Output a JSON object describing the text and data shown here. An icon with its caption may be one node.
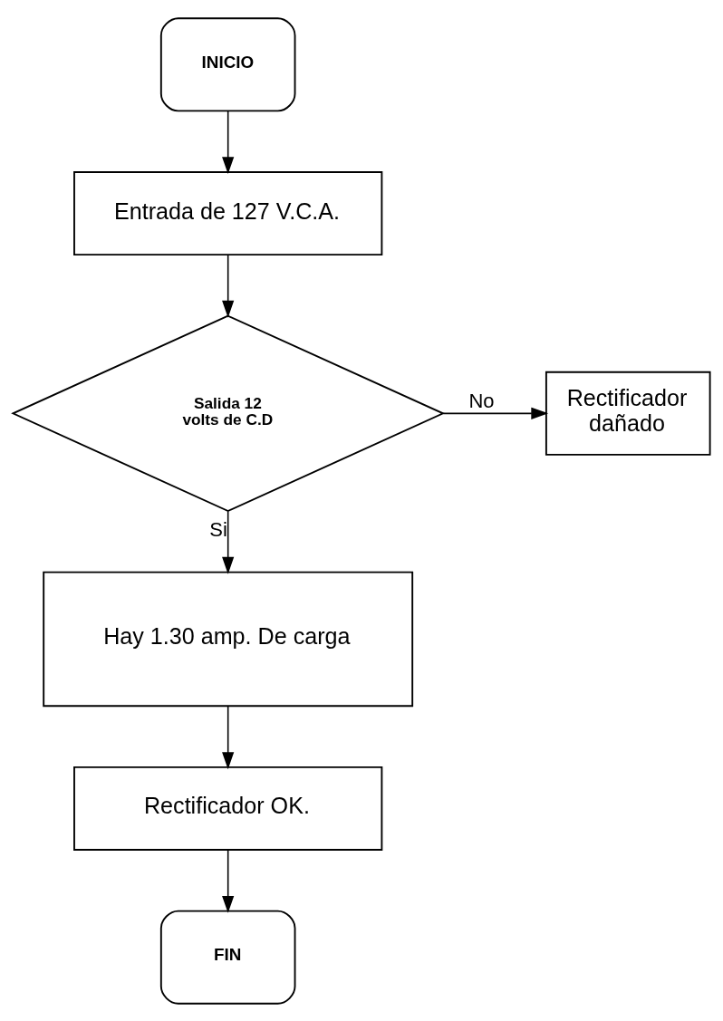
{
  "diagram": {
    "nodes": [
      {
        "text": [
          "INICIO"
        ]
      },
      {
        "text": [
          "Entrada de 127 V.C.A."
        ]
      },
      {
        "text": [
          "Salida 12 volts de C.D"
        ]
      },
      {
        "text": [
          "Rectificador dañado"
        ]
      },
      {
        "text": [
          "Hay 1.30 amp. De carga"
        ]
      },
      {
        "text": [
          "Rectificador OK."
        ]
      },
      {
        "text": [
          "FIN"
        ]
      }
    ],
    "edges": [
      {
        "from": 0,
        "to": 1,
        "arrow": "to"
      },
      {
        "from": 1,
        "to": 2,
        "arrow": "to"
      },
      {
        "from": 2,
        "to": 3,
        "arrow": "to",
        "label": "No"
      },
      {
        "from": 2,
        "to": 4,
        "arrow": "to",
        "label": "Si"
      },
      {
        "from": 4,
        "to": 5,
        "arrow": "to"
      },
      {
        "from": 5,
        "to": 6,
        "arrow": "to"
      }
    ]
  }
}
